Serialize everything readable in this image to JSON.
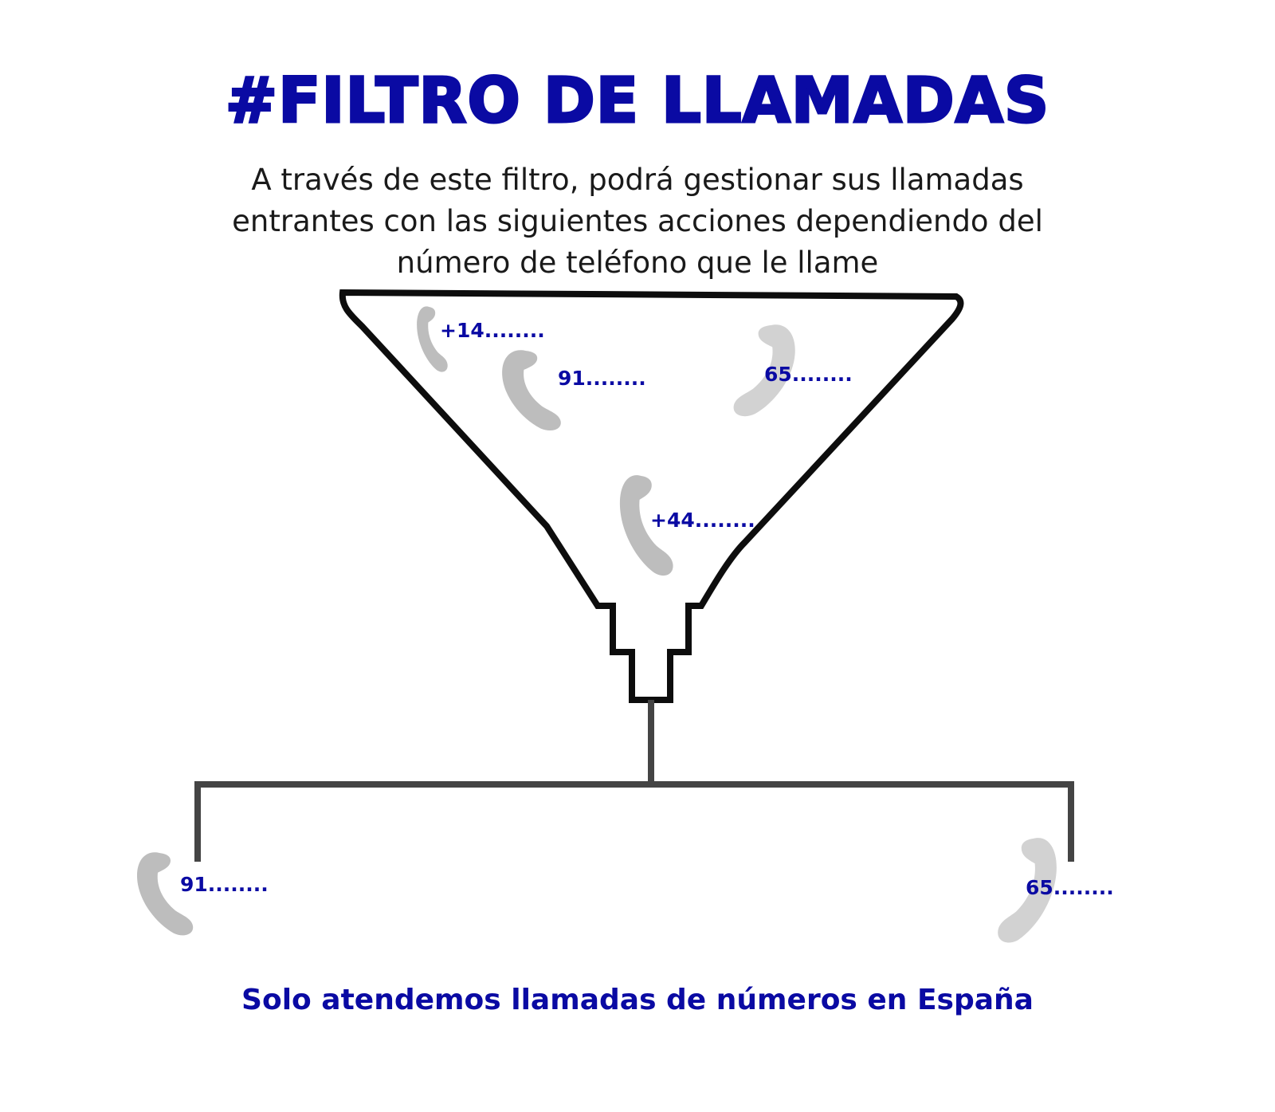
{
  "header": {
    "title": "#FILTRO DE LLAMADAS",
    "subtitle_lines": [
      "A través de este filtro, podrá gestionar sus llamadas",
      "entrantes con las siguientes acciones dependiendo del",
      "número de teléfono que le llame"
    ]
  },
  "funnel": {
    "calls": [
      {
        "number": "+14........",
        "icon": "phone-handset-icon"
      },
      {
        "number": "91........",
        "icon": "phone-handset-icon"
      },
      {
        "number": "65........",
        "icon": "phone-handset-icon"
      },
      {
        "number": "+44........",
        "icon": "phone-handset-icon"
      }
    ]
  },
  "outputs": [
    {
      "number": "91........",
      "icon": "phone-handset-icon"
    },
    {
      "number": "65........",
      "icon": "phone-handset-icon"
    }
  ],
  "footer": {
    "text": "Solo atendemos llamadas de números en España"
  },
  "colors": {
    "accent": "#0a0aa3",
    "outline": "#0d0d0d",
    "connector": "#444444",
    "phone_grey": "#bdbdbd",
    "phone_light": "#d2d2d2"
  }
}
